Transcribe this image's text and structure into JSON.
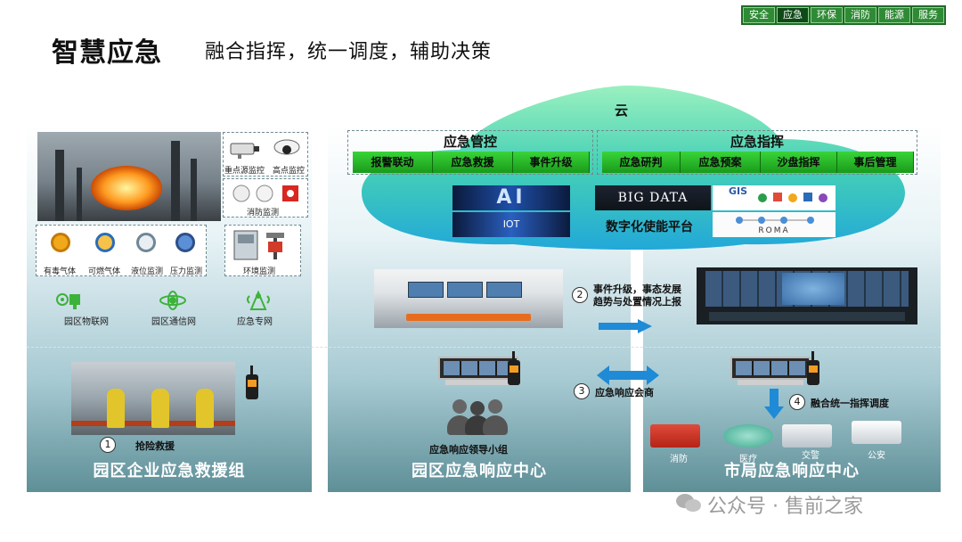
{
  "top_tabs": [
    "安全",
    "应急",
    "环保",
    "消防",
    "能源",
    "服务"
  ],
  "active_tab_index": 1,
  "header": {
    "title": "智慧应急",
    "subtitle": "融合指挥，统一调度，辅助决策"
  },
  "left_panel": {
    "device_labels": {
      "key_source": "重点源监控",
      "high_point": "高点监控",
      "fire_monitor": "消防监测",
      "toxic_gas": "有毒气体",
      "combustible_gas": "可燃气体",
      "liquid_level": "液位监测",
      "pressure": "压力监测",
      "environment": "环境监测"
    },
    "networks": [
      "园区物联网",
      "园区通信网",
      "应急专网"
    ],
    "step": {
      "num": "1",
      "text": "抢险救援"
    },
    "title": "园区企业应急救援组"
  },
  "cloud": {
    "label": "云",
    "control_group": {
      "title": "应急管控",
      "buttons": [
        "报警联动",
        "应急救援",
        "事件升级"
      ]
    },
    "command_group": {
      "title": "应急指挥",
      "buttons": [
        "应急研判",
        "应急预案",
        "沙盘指挥",
        "事后管理"
      ]
    },
    "tiles": {
      "ai": "AI",
      "bigdata": "BIG DATA",
      "gis": "GIS",
      "iot": "IOT",
      "roma": "ROMA"
    },
    "platform_label": "数字化使能平台"
  },
  "middle_panel": {
    "leader_group": "应急响应领导小组",
    "title": "园区应急响应中心"
  },
  "steps": {
    "escalate": {
      "num": "2",
      "text": "事件升级，事态发展趋势与处置情况上报"
    },
    "consult": {
      "num": "3",
      "text": "应急响应会商"
    },
    "dispatch": {
      "num": "4",
      "text": "融合统一指挥调度"
    }
  },
  "right_panel": {
    "agencies": [
      "消防",
      "医疗",
      "交警",
      "公安"
    ],
    "title": "市局应急响应中心"
  },
  "watermark": "公众号 · 售前之家",
  "colors": {
    "green_button": "#22b022",
    "cloud_fill": "#3cc6b5",
    "panel_bottom": "#5e8f97",
    "arrow_blue": "#1f8ad6"
  }
}
